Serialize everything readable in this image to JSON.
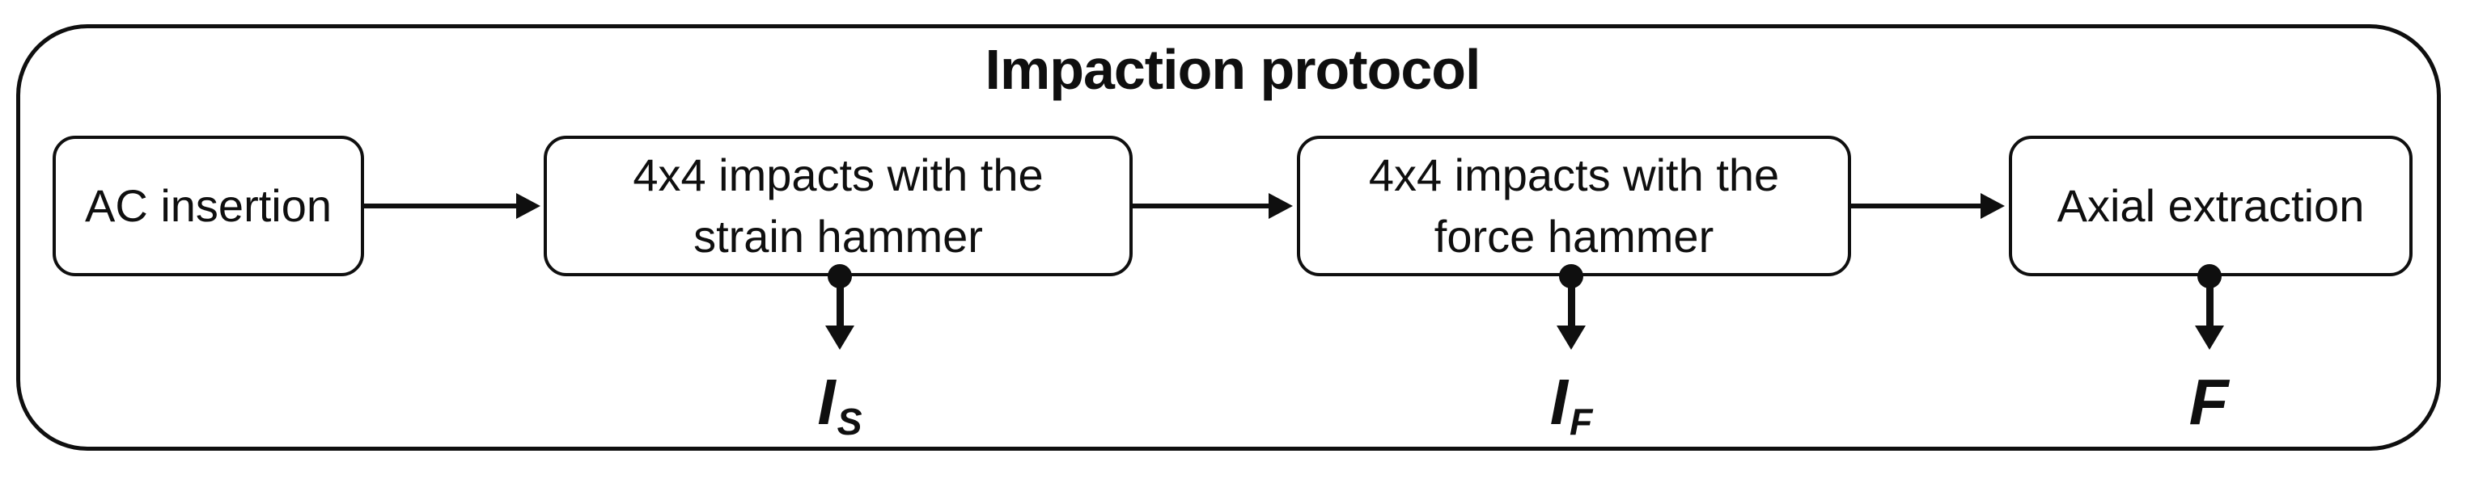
{
  "diagram": {
    "title": "Impaction protocol",
    "boxes": [
      {
        "id": "ac-insertion",
        "label": "AC insertion"
      },
      {
        "id": "strain-hammer",
        "label": "4x4 impacts with the\nstrain hammer"
      },
      {
        "id": "force-hammer",
        "label": "4x4 impacts with the\nforce hammer"
      },
      {
        "id": "axial-extraction",
        "label": "Axial extraction"
      }
    ],
    "outputs": [
      {
        "base": "I",
        "subscript": "S"
      },
      {
        "base": "I",
        "subscript": "F"
      },
      {
        "base": "F",
        "subscript": ""
      }
    ],
    "colors": {
      "line": "#0f0f0f",
      "text": "#0f0f0f",
      "background": "#ffffff"
    }
  }
}
